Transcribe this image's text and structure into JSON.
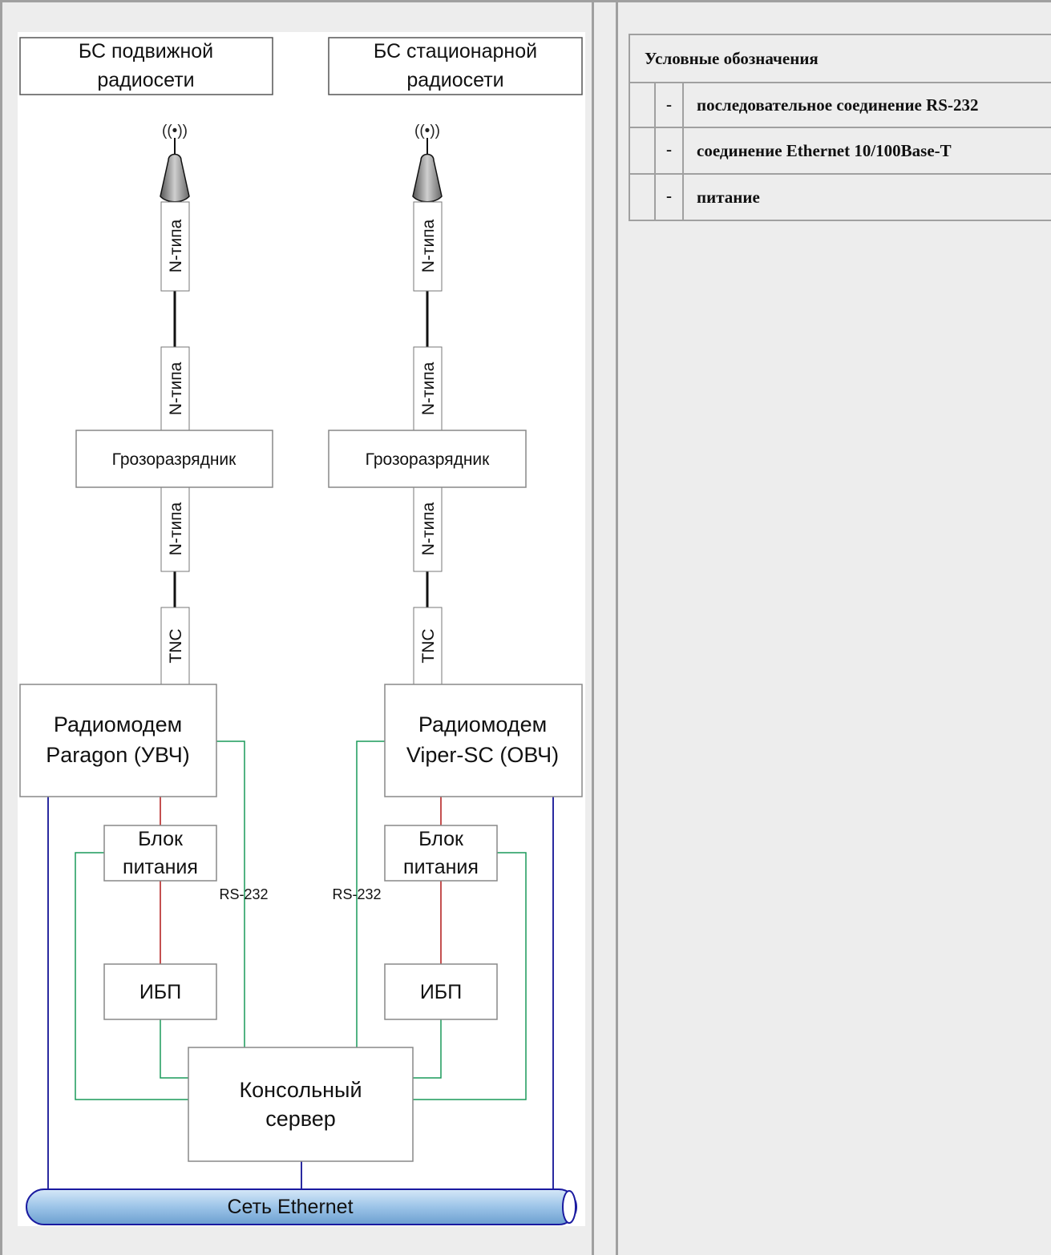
{
  "diagram": {
    "bs_mobile": [
      "БС подвижной",
      "радиосети"
    ],
    "bs_fixed": [
      "БС стационарной",
      "радиосети"
    ],
    "connector_n": "N-типа",
    "connector_tnc": "TNC",
    "arrester": "Грозоразрядник",
    "modem_left": [
      "Радиомодем",
      "Paragon (УВЧ)"
    ],
    "modem_right": [
      "Радиомодем",
      "Viper-SC (ОВЧ)"
    ],
    "psu": [
      "Блок",
      "питания"
    ],
    "ups": "ИБП",
    "rs232": "RS-232",
    "console": [
      "Консольный",
      "сервер"
    ],
    "ethernet": "Сеть Ethernet",
    "colors": {
      "power": "#b01515",
      "serial": "#1a9a5a",
      "ethernet": "#2a2aa0",
      "box_border": "#888888",
      "ethernet_bar": "#9cc4e8"
    }
  },
  "legend": {
    "title": "Условные обозначения",
    "rows": [
      {
        "dash": "-",
        "text": "последовательное соединение RS-232"
      },
      {
        "dash": "-",
        "text": "соединение Ethernet 10/100Base-T"
      },
      {
        "dash": "-",
        "text": "питание"
      }
    ]
  }
}
